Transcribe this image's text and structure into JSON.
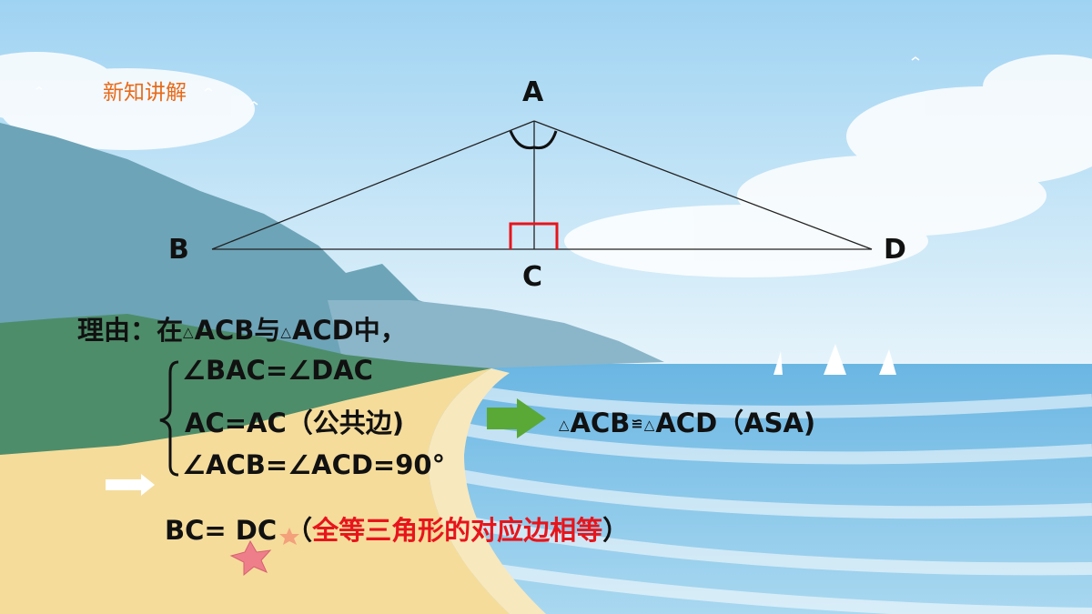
{
  "slide": {
    "section_title": "新知讲解",
    "colors": {
      "section_title": "#e86a1a",
      "right_angle_mark": "#e8141b",
      "reason_text": "#e8141b",
      "arrow_green": "#5aa836",
      "arrow_white": "#ffffff"
    }
  },
  "figure": {
    "vertex_labels": {
      "A": "A",
      "B": "B",
      "C": "C",
      "D": "D"
    }
  },
  "proof": {
    "intro_prefix": "理由：在",
    "tri_symbol": "△",
    "intro_tri1": "ACB与",
    "intro_tri2": "ACD中，",
    "cond1": "∠BAC=∠DAC",
    "cond2": "AC=AC（公共边)",
    "cond3": "∠ACB=∠ACD=90°",
    "result_tri1": "ACB",
    "cong_symbol": "≌",
    "result_tri2": "ACD（ASA)",
    "conclusion_main": "BC= DC",
    "conclusion_open": "（",
    "conclusion_reason": "全等三角形的对应边相等",
    "conclusion_close": "）"
  },
  "icons": {
    "green_arrow": "arrow-right-icon",
    "white_arrow": "arrow-right-icon",
    "starfish": "starfish-icon",
    "brace": "left-brace"
  }
}
